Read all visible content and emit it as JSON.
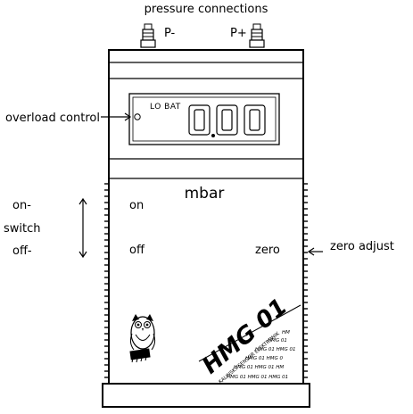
{
  "title": "pressure connections",
  "ports": {
    "minus": "P-",
    "plus": "P+"
  },
  "display": {
    "lo_bat": "LO BAT",
    "reading": "000"
  },
  "unit": "mbar",
  "switch": {
    "on": "on",
    "off": "off"
  },
  "zero_button": "zero",
  "annotations": {
    "overload_control": "overload control",
    "switch_on": "on-",
    "switch_mid": "switch",
    "switch_off": "off-",
    "zero_adjust": "zero adjust"
  },
  "label_plate": {
    "model": "HMG 01",
    "maker": "KALINSKY SENSOR ELEKTRONIK",
    "pattern_rows": [
      "HM",
      "HMG 01",
      "HMG 01   HMG 01",
      "HMG 01   HMG 0",
      "HMG 01   HMG 01   HM",
      "HMG 01   HMG 01   HMG 01"
    ]
  }
}
